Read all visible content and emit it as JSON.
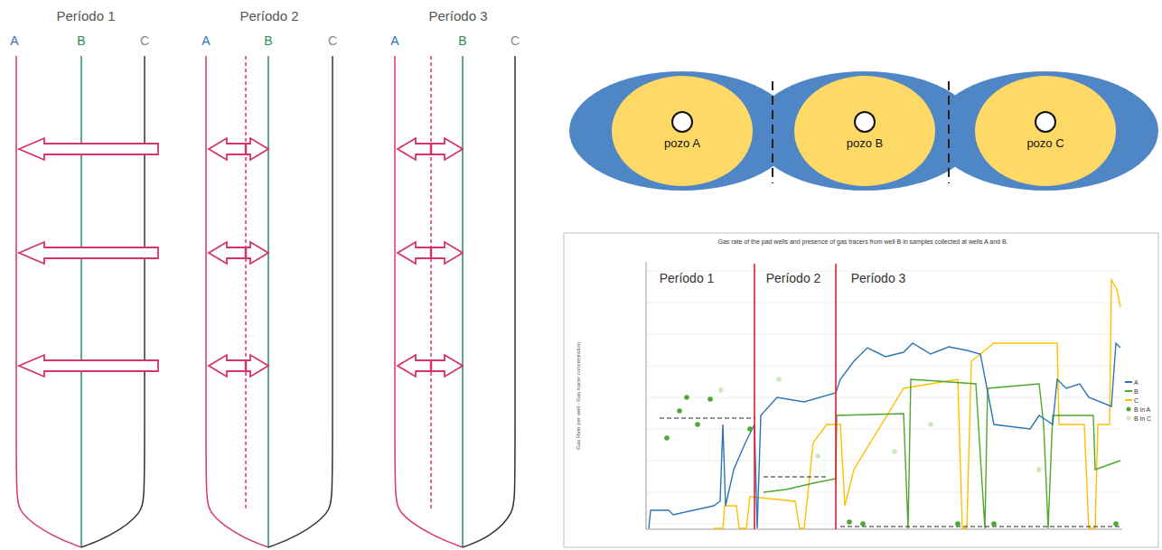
{
  "diagram": {
    "nodes": [
      {
        "text": [
          "pozo A"
        ]
      },
      {
        "text": [
          "pozo B"
        ]
      },
      {
        "text": [
          "pozo C"
        ]
      }
    ],
    "labels": [
      "Período 1",
      "A",
      "B",
      "C",
      "Período 2",
      "A",
      "B",
      "C",
      "Período 3",
      "A",
      "B",
      "C",
      "Gas rate of the pad wells and presence of gas tracers from well B in samples collected at wells A and B.",
      "Período 1",
      "Período 2",
      "Período 3",
      "Gas Rate per well - Gas tracer concentration"
    ],
    "legend": [
      {
        "text": "A",
        "color": "#2e75b6"
      },
      {
        "text": "B",
        "color": "#4ea72e"
      },
      {
        "text": "C",
        "color": "#ffc000"
      },
      {
        "text": "B in A"
      },
      {
        "text": "B in C"
      }
    ]
  }
}
